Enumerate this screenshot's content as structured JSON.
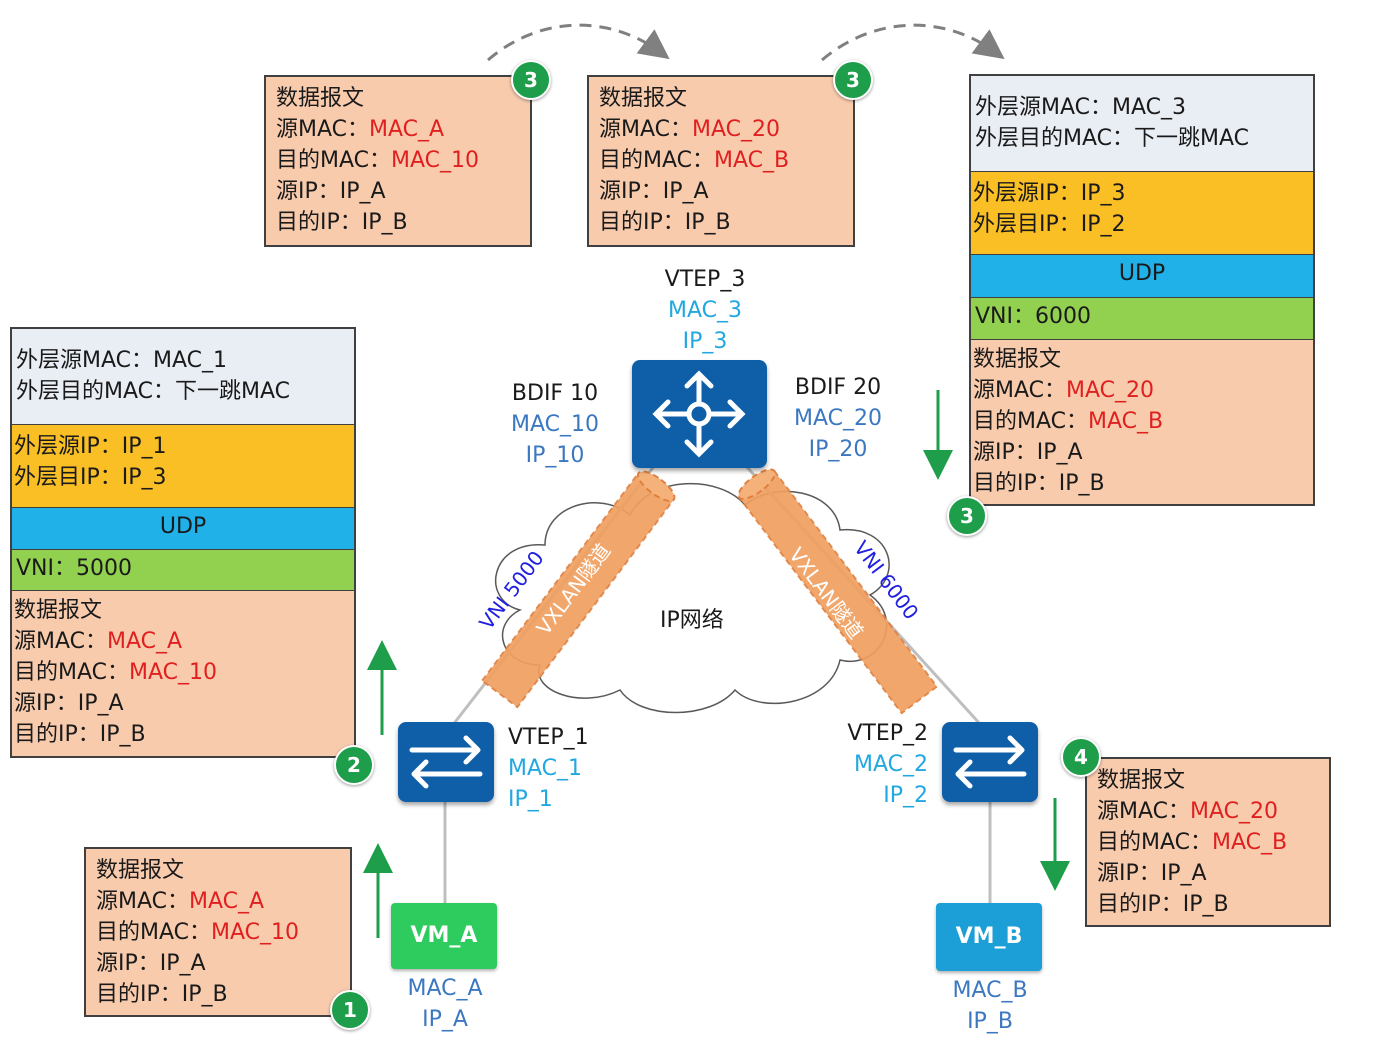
{
  "cloud_label": "IP网络",
  "tunnels": {
    "left_label": "VXLAN隧道",
    "right_label": "VXLAN隧道",
    "left_vni": "VNI 5000",
    "right_vni": "VNI 6000"
  },
  "devices": {
    "vtep3": {
      "name": "VTEP_3",
      "mac": "MAC_3",
      "ip": "IP_3"
    },
    "bdif10": {
      "name": "BDIF 10",
      "mac": "MAC_10",
      "ip": "IP_10"
    },
    "bdif20": {
      "name": "BDIF 20",
      "mac": "MAC_20",
      "ip": "IP_20"
    },
    "vtep1": {
      "name": "VTEP_1",
      "mac": "MAC_1",
      "ip": "IP_1"
    },
    "vtep2": {
      "name": "VTEP_2",
      "mac": "MAC_2",
      "ip": "IP_2"
    },
    "vm_a": {
      "name": "VM_A",
      "mac": "MAC_A",
      "ip": "IP_A"
    },
    "vm_b": {
      "name": "VM_B",
      "mac": "MAC_B",
      "ip": "IP_B"
    }
  },
  "steps": {
    "s1": "1",
    "s2": "2",
    "s3": "3",
    "s4": "4"
  },
  "packets": {
    "p1": {
      "title": "数据报文",
      "src_mac_label": "源MAC：",
      "src_mac": "MAC_A",
      "dst_mac_label": "目的MAC：",
      "dst_mac": "MAC_10",
      "src_ip": "源IP：IP_A",
      "dst_ip": "目的IP：IP_B"
    },
    "p3a": {
      "title": "数据报文",
      "src_mac_label": "源MAC：",
      "src_mac": "MAC_A",
      "dst_mac_label": "目的MAC：",
      "dst_mac": "MAC_10",
      "src_ip": "源IP：IP_A",
      "dst_ip": "目的IP：IP_B"
    },
    "p3b": {
      "title": "数据报文",
      "src_mac_label": "源MAC：",
      "src_mac": "MAC_20",
      "dst_mac_label": "目的MAC：",
      "dst_mac": "MAC_B",
      "src_ip": "源IP：IP_A",
      "dst_ip": "目的IP：IP_B"
    },
    "p4": {
      "title": "数据报文",
      "src_mac_label": "源MAC：",
      "src_mac": "MAC_20",
      "dst_mac_label": "目的MAC：",
      "dst_mac": "MAC_B",
      "src_ip": "源IP：IP_A",
      "dst_ip": "目的IP：IP_B"
    }
  },
  "stacks": {
    "left": {
      "outer_src_mac": "外层源MAC：MAC_1",
      "outer_dst_mac": "外层目的MAC：下一跳MAC",
      "outer_src_ip": "外层源IP：IP_1",
      "outer_dst_ip": "外层目IP：IP_3",
      "udp": "UDP",
      "vni": "VNI：5000",
      "data_title": "数据报文",
      "src_mac_label": "源MAC：",
      "src_mac": "MAC_A",
      "dst_mac_label": "目的MAC：",
      "dst_mac": "MAC_10",
      "src_ip": "源IP：IP_A",
      "dst_ip": "目的IP：IP_B"
    },
    "right": {
      "outer_src_mac": "外层源MAC：MAC_3",
      "outer_dst_mac": "外层目的MAC：下一跳MAC",
      "outer_src_ip": "外层源IP：IP_3",
      "outer_dst_ip": "外层目IP：IP_2",
      "udp": "UDP",
      "vni": "VNI：6000",
      "data_title": "数据报文",
      "src_mac_label": "源MAC：",
      "src_mac": "MAC_20",
      "dst_mac_label": "目的MAC：",
      "dst_mac": "MAC_B",
      "src_ip": "源IP：IP_A",
      "dst_ip": "目的IP：IP_B"
    }
  },
  "colors": {
    "packet_fill": "#f8cbad",
    "outer_mac_fill": "#e9edf4",
    "outer_ip_fill": "#fbbf26",
    "udp_fill": "#1fb1e8",
    "vni_fill": "#92d050",
    "tunnel_fill": "#f0a060",
    "device_blue": "#0f5fa8",
    "vm_a_green": "#2ecc5e",
    "vm_b_blue": "#1b9fd6",
    "step_green": "#1e9e4a",
    "highlight_red": "#e02020"
  }
}
